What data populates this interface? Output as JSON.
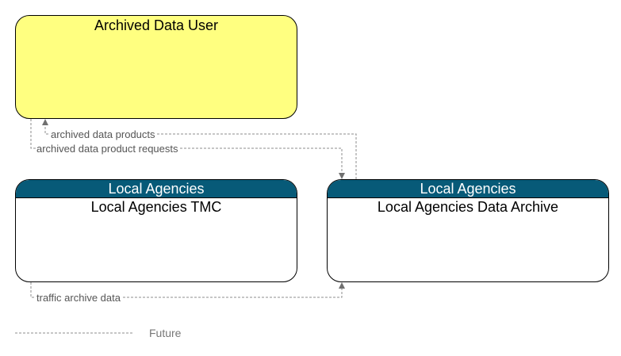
{
  "nodes": {
    "archived_data_user": {
      "title": "Archived Data User"
    },
    "tmc": {
      "header": "Local Agencies",
      "title": "Local Agencies TMC"
    },
    "data_archive": {
      "header": "Local Agencies",
      "title": "Local Agencies Data Archive"
    }
  },
  "flows": [
    {
      "label": "archived data products",
      "from": "Local Agencies Data Archive",
      "to": "Archived Data User",
      "status": "Future"
    },
    {
      "label": "archived data product requests",
      "from": "Archived Data User",
      "to": "Local Agencies Data Archive",
      "status": "Future"
    },
    {
      "label": "traffic archive data",
      "from": "Local Agencies TMC",
      "to": "Local Agencies Data Archive",
      "status": "Future"
    }
  ],
  "legend": {
    "future_label": "Future"
  },
  "colors": {
    "user_fill": "#ffff80",
    "header_fill": "#075a78",
    "flow_line": "#8c8c8c"
  }
}
